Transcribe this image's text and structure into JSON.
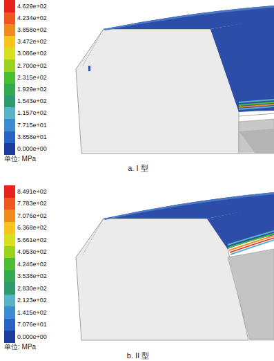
{
  "diagram": {
    "labels": [
      "单位: MPa",
      "a. I 型",
      "单位: MPa",
      "b. II 型"
    ],
    "legend": [
      {
        "text": "4.629e+02",
        "color": "#e8221c"
      },
      {
        "text": "4.234e+02",
        "color": "#f0561e"
      },
      {
        "text": "3.858e+02",
        "color": "#f08c1e"
      },
      {
        "text": "3.472e+02",
        "color": "#f5c51e"
      },
      {
        "text": "3.086e+02",
        "color": "#d8e01e"
      },
      {
        "text": "2.700e+02",
        "color": "#9bd21e"
      },
      {
        "text": "2.315e+02",
        "color": "#4bbe32"
      },
      {
        "text": "1.929e+02",
        "color": "#32aa50"
      },
      {
        "text": "1.543e+02",
        "color": "#2d9b6e"
      },
      {
        "text": "1.157e+02",
        "color": "#5ab4c8"
      },
      {
        "text": "7.715e+01",
        "color": "#3c8cd2"
      },
      {
        "text": "3.858e+01",
        "color": "#2864c8"
      },
      {
        "text": "0.000e+00",
        "color": "#1e3ca0"
      },
      {
        "text": "8.491e+02",
        "color": "#e8221c"
      },
      {
        "text": "7.783e+02",
        "color": "#f0561e"
      },
      {
        "text": "7.076e+02",
        "color": "#f08c1e"
      },
      {
        "text": "6.368e+02",
        "color": "#f5c51e"
      },
      {
        "text": "5.661e+02",
        "color": "#d8e01e"
      },
      {
        "text": "4.953e+02",
        "color": "#9bd21e"
      },
      {
        "text": "4.246e+02",
        "color": "#4bbe32"
      },
      {
        "text": "3.538e+02",
        "color": "#32aa50"
      },
      {
        "text": "2.830e+02",
        "color": "#2d9b6e"
      },
      {
        "text": "2.123e+02",
        "color": "#5ab4c8"
      },
      {
        "text": "1.415e+02",
        "color": "#3c8cd2"
      },
      {
        "text": "7.076e+01",
        "color": "#2864c8"
      },
      {
        "text": "0.000e+00",
        "color": "#1e3ca0"
      }
    ]
  }
}
